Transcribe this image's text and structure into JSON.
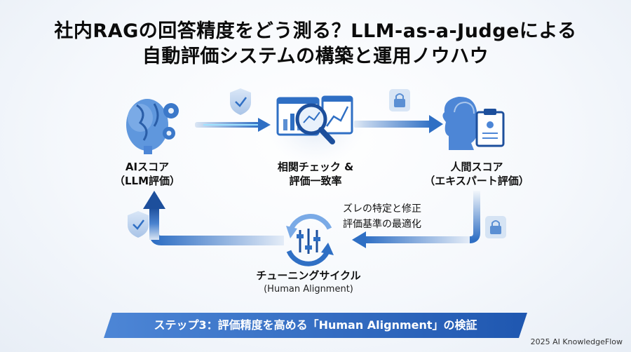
{
  "title": {
    "line1": "社内RAGの回答精度をどう測る？LLM-as-a-Judgeによる",
    "line2": "自動評価システムの構築と運用ノウハウ"
  },
  "nodes": {
    "ai_score": {
      "line1": "AIスコア",
      "line2": "（LLM評価）",
      "icon": "brain-gears-icon"
    },
    "correlation": {
      "line1": "相関チェック &",
      "line2": "評価一致率",
      "icon": "chart-magnifier-icon"
    },
    "human_score": {
      "line1": "人間スコア",
      "line2": "（エキスパート評価）",
      "icon": "human-clipboard-icon"
    },
    "tuning": {
      "line1": "チューニングサイクル",
      "line2": "(Human Alignment)",
      "icon": "cycle-sliders-icon"
    }
  },
  "side_note": {
    "line1": "ズレの特定と修正",
    "line2": "評価基準の最適化"
  },
  "banner": {
    "text": "ステップ3：評価精度を高める「Human Alignment」の検証"
  },
  "footer": {
    "text": "2025 AI KnowledgeFlow"
  },
  "colors": {
    "accent": "#2f6fc4",
    "accent_dark": "#1d4f9c",
    "arrow_light": "#c8d8ee"
  }
}
